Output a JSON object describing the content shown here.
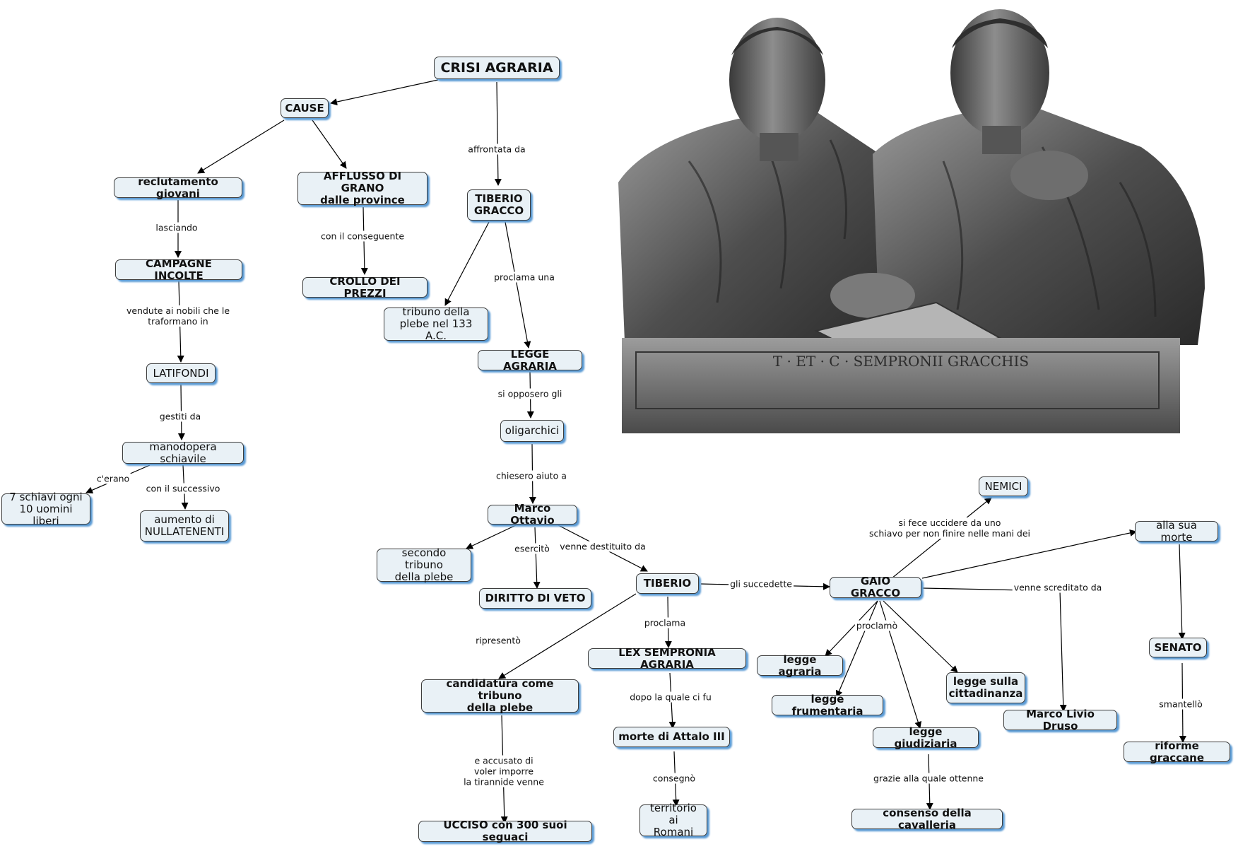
{
  "nodes": {
    "crisi_agraria": "CRISI AGRARIA",
    "cause": "CAUSE",
    "reclutamento": "reclutamento giovani",
    "afflusso": "AFFLUSSO DI GRANO\ndalle province",
    "tiberio_gracco": "TIBERIO\nGRACCO",
    "campagne": "CAMPAGNE INCOLTE",
    "crollo": "CROLLO DEI PREZZI",
    "tribuno_133": "tribuno della\nplebe nel 133 A.C.",
    "legge_agraria": "LEGGE AGRARIA",
    "latifondi": "LATIFONDI",
    "oligarchici": "oligarchici",
    "manodopera": "manodopera schiavile",
    "schiavi": "7 schiavi ogni\n10 uomini liberi",
    "nullatenenti": "aumento di\nNULLATENENTI",
    "marco_ottavio": "Marco Ottavio",
    "secondo_tribuno": "secondo tribuno\ndella plebe",
    "diritto_veto": "DIRITTO DI VETO",
    "tiberio": "TIBERIO",
    "nemici": "NEMICI",
    "gaio_gracco": "GAIO GRACCO",
    "alla_sua_morte": "alla sua morte",
    "lex_sempronia": "LEX SEMPRONIA AGRARIA",
    "candidatura": "candidatura come tribuno\ndella plebe",
    "legge_agraria_2": "legge agraria",
    "legge_frumentaria": "legge frumentaria",
    "legge_cittadinanza": "legge sulla\ncittadinanza",
    "senato": "SENATO",
    "marco_livio_druso": "Marco Livio Druso",
    "morte_attalo": "morte di Attalo III",
    "legge_giudiziaria": "legge giudiziaria",
    "riforme_graccane": "riforme graccane",
    "territorio": "territorio ai\nRomani",
    "consenso": "consenso della cavalleria",
    "ucciso": "UCCISO con 300 suoi seguaci"
  },
  "links": {
    "affrontata_da": "affrontata da",
    "lasciando": "lasciando",
    "con_il_conseguente": "con il conseguente",
    "proclama_una": "proclama una",
    "vendute": "vendute ai nobili che le\ntraformano in",
    "si_opposero": "si opposero gli",
    "gestiti_da": "gestiti da",
    "chiesero": "chiesero aiuto a",
    "c_erano": "c'erano",
    "con_il_successivo": "con il successivo",
    "si_fece_uccidere": "si fece uccidere da uno\nschiavo per non finire nelle mani dei",
    "esercito": "esercitò",
    "venne_destituito": "venne destituito da",
    "gli_succedette": "gli succedette",
    "venne_screditato": "venne screditato da",
    "proclama": "proclama",
    "ripresento": "ripresentò",
    "proclamo": "proclamò",
    "dopo_la_quale": "dopo la quale ci fu",
    "smantello": "smantellò",
    "e_accusato": "e accusato di\nvoler imporre\nla tirannide venne",
    "consegno": "consegnò",
    "grazie_alla_quale": "grazie alla quale ottenne"
  },
  "photo": {
    "subject": "bronze-busts-of-the-gracchi",
    "inscription": "T · ET · C · SEMPRONII GRACCHIS"
  },
  "colors": {
    "node_fill": "#e9f1f6",
    "node_border": "#3d3d3d",
    "node_shadow": "#5b9bd5"
  }
}
